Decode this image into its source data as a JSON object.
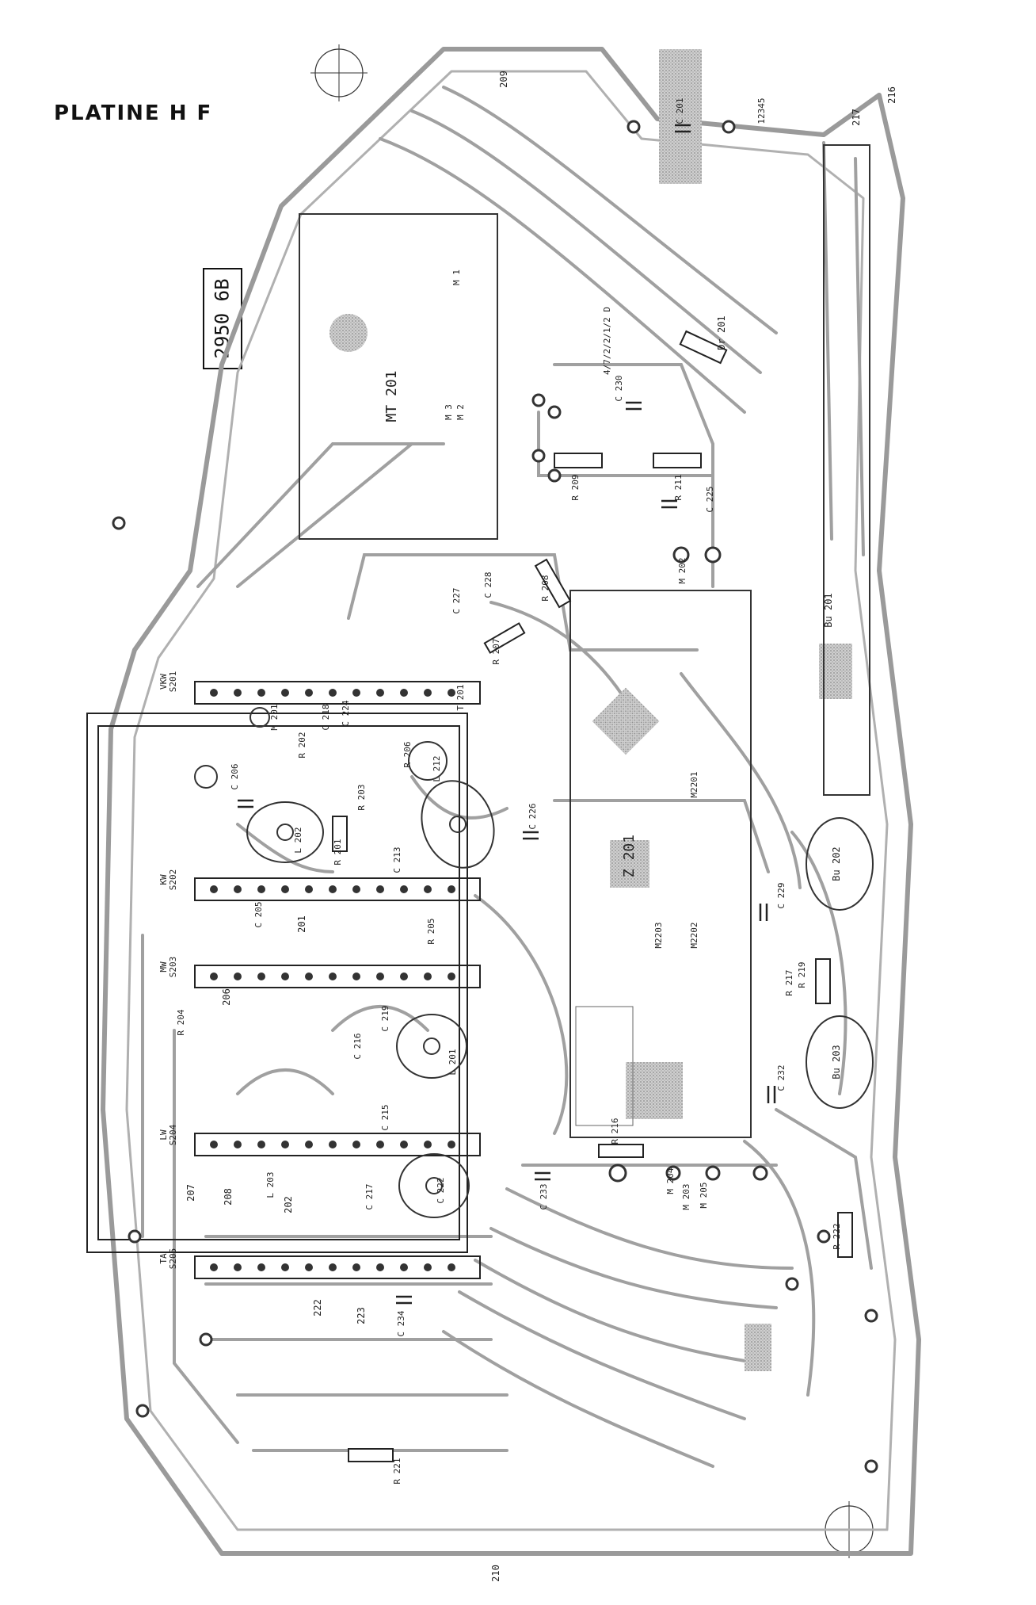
{
  "title": "PLATINE  H F",
  "board_number": "2950 6B",
  "labels": [
    "MT 201",
    "Z 201",
    "Bu 201",
    "Bu 202",
    "Bu 203",
    "Dr 201",
    "S201",
    "S202",
    "S203",
    "S204",
    "S205",
    "VKW",
    "KW",
    "MW",
    "LW",
    "TA",
    "R 209",
    "R 211",
    "R 208",
    "R 207",
    "R 206",
    "R 205",
    "R 204",
    "R 203",
    "R 202",
    "R 201",
    "R 216",
    "R 217",
    "R 219",
    "R 221",
    "R 222",
    "C 201",
    "C 230",
    "C 225",
    "C 227",
    "C 228",
    "C 226",
    "C 229",
    "C 232",
    "C 233",
    "C 234",
    "C 205",
    "C 206",
    "C 213",
    "C 215",
    "C 216",
    "C 217",
    "C 218",
    "C 219",
    "C 222",
    "C 224",
    "L 201",
    "L 202",
    "L 203",
    "L 212",
    "M 201",
    "M 202",
    "M 203",
    "M 204",
    "M 205",
    "M2201",
    "M2202",
    "M2203",
    "M 1",
    "M 2",
    "M 3",
    "T 201",
    "12345",
    "4/7/2/2/1/2 D",
    "209",
    "210",
    "216",
    "217",
    "222",
    "223",
    "201",
    "202",
    "206",
    "207",
    "208"
  ],
  "colors": {
    "ink": "#222222",
    "trace": "#9a9a9a",
    "pad": "#333333",
    "shade": "#b5b5b5",
    "background": "#ffffff"
  }
}
